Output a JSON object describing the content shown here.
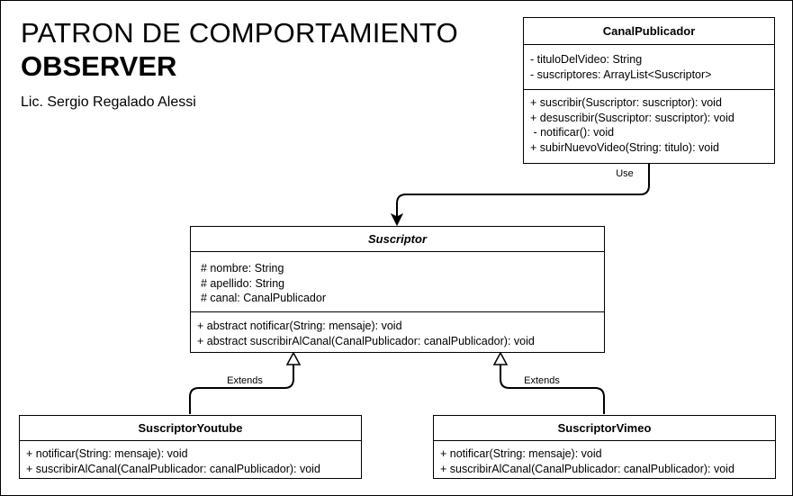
{
  "header": {
    "title_line1": "PATRON DE COMPORTAMIENTO",
    "title_line2": "OBSERVER",
    "author": "Lic. Sergio Regalado Alessi"
  },
  "classes": {
    "canal": {
      "name": "CanalPublicador",
      "attributes": [
        "- tituloDelVideo: String",
        "- suscriptores: ArrayList<Suscriptor>"
      ],
      "operations": [
        "+ suscribir(Suscriptor: suscriptor): void",
        "+ desuscribir(Suscriptor: suscriptor): void",
        " - notificar(): void",
        "+ subirNuevoVideo(String: titulo): void"
      ]
    },
    "suscriptor": {
      "name": "Suscriptor",
      "attributes": [
        "# nombre: String",
        "# apellido: String",
        "# canal: CanalPublicador"
      ],
      "operations": [
        "+ abstract notificar(String: mensaje): void",
        "+ abstract suscribirAlCanal(CanalPublicador: canalPublicador): void"
      ]
    },
    "youtube": {
      "name": "SuscriptorYoutube",
      "operations": [
        "+ notificar(String: mensaje): void",
        "+ suscribirAlCanal(CanalPublicador: canalPublicador): void"
      ]
    },
    "vimeo": {
      "name": "SuscriptorVimeo",
      "operations": [
        "+ notificar(String: mensaje): void",
        "+ suscribirAlCanal(CanalPublicador: canalPublicador): void"
      ]
    }
  },
  "relations": {
    "use_label": "Use",
    "extends_left_label": "Extends",
    "extends_right_label": "Extends"
  }
}
